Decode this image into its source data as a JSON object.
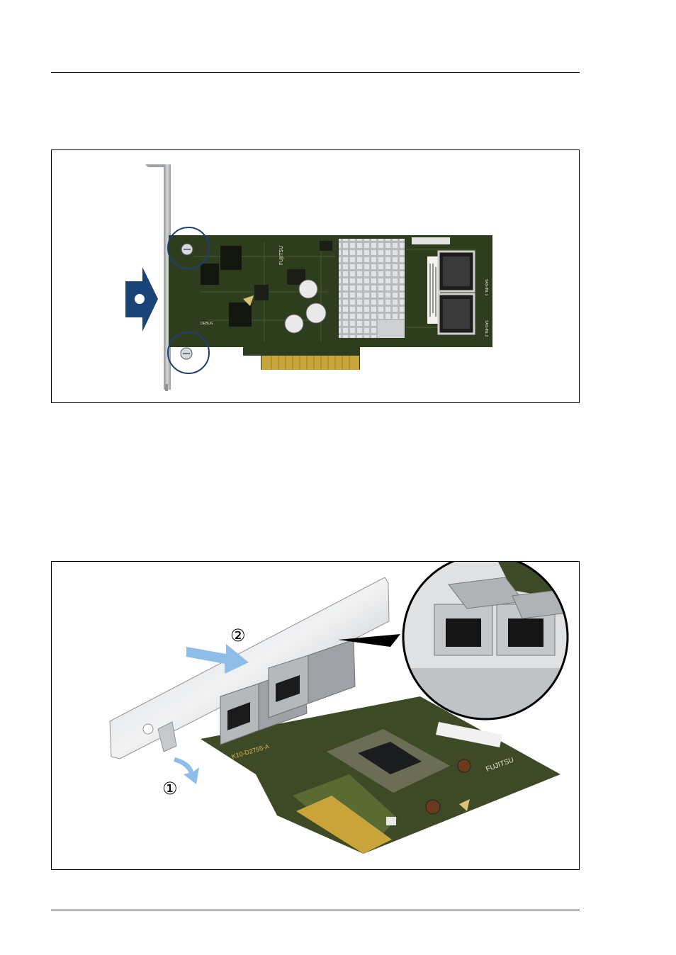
{
  "figure1": {
    "card_silkscreen": {
      "brand": "FUJITSU",
      "connector_label_1": "SAS-INL 1",
      "connector_label_2": "SAS-INL 2",
      "debug_label": "DEBUG"
    }
  },
  "figure2": {
    "callout_1": "①",
    "callout_2": "②",
    "card_silkscreen": {
      "brand": "FUJITSU",
      "marking": "K10-D2755-A"
    }
  },
  "colors": {
    "pcb_green": "#2f3d1f",
    "pcb_olive": "#5a6a33",
    "gold_contacts": "#c9a43a",
    "bracket_steel": "#b9bcbf",
    "arrow_navy": "#1a4378",
    "marker_navy": "#1f3e74",
    "motion_arrow_blue": "#8dbde8"
  },
  "icons": [
    "insert-arrow-icon",
    "screw-marker-icon",
    "motion-arrow-icon",
    "zoom-inset"
  ]
}
